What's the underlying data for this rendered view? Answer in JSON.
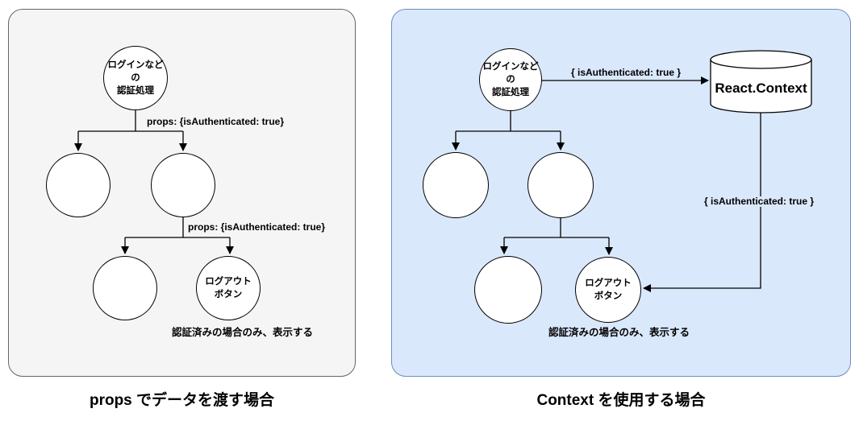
{
  "left_panel": {
    "caption": "props でデータを渡す場合",
    "root_label": "ログインなどの\n認証処理",
    "props_label_1": "props: {isAuthenticated: true}",
    "props_label_2": "props: {isAuthenticated: true}",
    "logout_label": "ログアウト\nボタン",
    "annotation": "認証済みの場合のみ、表示する",
    "bg_color": "#f5f5f5",
    "border_color": "#666666"
  },
  "right_panel": {
    "caption": "Context を使用する場合",
    "root_label": "ログインなどの\n認証処理",
    "store_label": "React.Context",
    "to_store_label": "{ isAuthenticated: true }",
    "from_store_label": "{ isAuthenticated: true }",
    "logout_label": "ログアウト\nボタン",
    "annotation": "認証済みの場合のみ、表示する",
    "bg_color": "#dae8fc",
    "border_color": "#6c8ebf"
  },
  "node_style": {
    "fill": "#ffffff",
    "stroke": "#000000"
  }
}
